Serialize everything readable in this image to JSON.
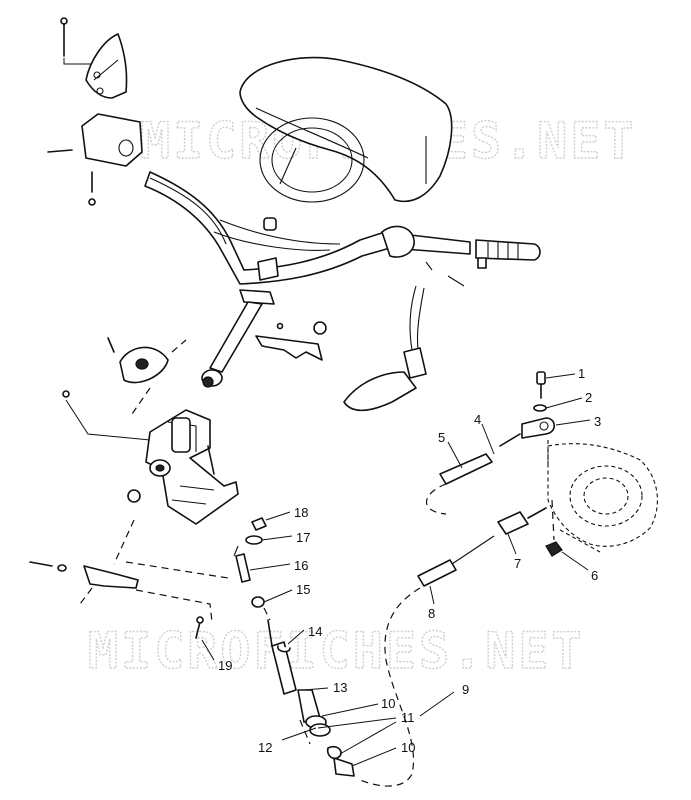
{
  "watermarks": [
    "MICROFICHES.NET",
    "MICROFICHES.NET"
  ],
  "callouts": [
    "1",
    "2",
    "3",
    "4",
    "5",
    "6",
    "7",
    "8",
    "9",
    "10",
    "11",
    "10",
    "12",
    "13",
    "14",
    "15",
    "16",
    "17",
    "18",
    "19"
  ]
}
